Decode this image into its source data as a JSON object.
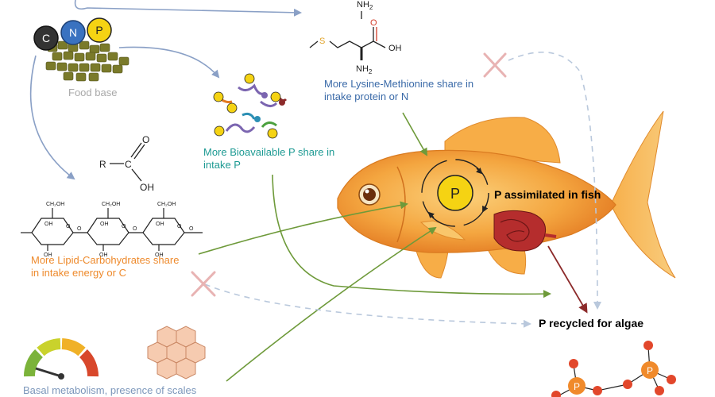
{
  "labels": {
    "food_base": "Food base",
    "bioavailable_p": "More Bioavailable P share in\nintake P",
    "lysine_methionine": "More Lysine-Methionine share in\nintake protein or N",
    "lipid_carbohydrates": "More Lipid-Carbohydrates share\nin intake energy or C",
    "basal_metabolism": "Basal metabolism, presence of scales",
    "p_assimilated": "P assimilated in fish",
    "p_recycled": "P recycled for algae"
  },
  "elements": {
    "c": "C",
    "n": "N",
    "p": "P"
  },
  "chem": {
    "r": "R",
    "c": "C",
    "o": "O",
    "oh": "OH",
    "s": "S",
    "nh2": "NH",
    "sub2": "2",
    "ch2oh": "CH₂OH"
  },
  "colors": {
    "c_circle": "#333333",
    "n_circle": "#3a72c0",
    "p_circle": "#f5d313",
    "arrow_blue": "#8aa0c6",
    "arrow_green": "#6e9a3a",
    "arrow_red": "#8c2a2a",
    "fish_body": "#f4a640",
    "cross": "#e8b3b3"
  }
}
